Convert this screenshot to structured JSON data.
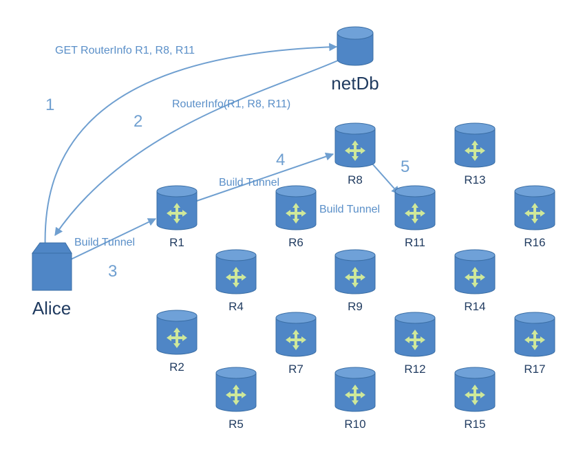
{
  "labels": {
    "get_routerinfo": "GET RouterInfo R1, R8, R11",
    "routerinfo_reply": "RouterInfo(R1, R8, R11)",
    "build_tunnel_1": "Build Tunnel",
    "build_tunnel_2": "Build Tunnel",
    "build_tunnel_3": "Build Tunnel"
  },
  "steps": [
    "1",
    "2",
    "3",
    "4",
    "5"
  ],
  "netdb": {
    "label": "netDb"
  },
  "alice": {
    "label": "Alice"
  },
  "routers": [
    {
      "id": "R1"
    },
    {
      "id": "R2"
    },
    {
      "id": "R4"
    },
    {
      "id": "R5"
    },
    {
      "id": "R6"
    },
    {
      "id": "R7"
    },
    {
      "id": "R8"
    },
    {
      "id": "R9"
    },
    {
      "id": "R10"
    },
    {
      "id": "R11"
    },
    {
      "id": "R12"
    },
    {
      "id": "R13"
    },
    {
      "id": "R14"
    },
    {
      "id": "R15"
    },
    {
      "id": "R16"
    },
    {
      "id": "R17"
    }
  ],
  "colors": {
    "node_fill": "#4f86c6",
    "node_top": "#6fa1d8",
    "node_stroke": "#3a6ea5",
    "arrow": "#6f9fd0",
    "label_text": "#5a8fc8",
    "step_text": "#6f9fd0",
    "caption_text": "#1f3a5f",
    "router_arrow": "#cfe89a"
  }
}
